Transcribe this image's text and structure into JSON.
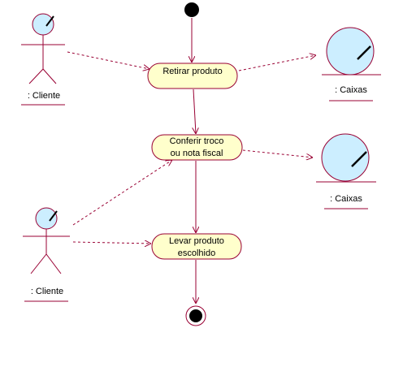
{
  "colors": {
    "line": "#990033",
    "activity_fill": "#ffffcc",
    "object_fill": "#cceeff",
    "background": "#ffffff"
  },
  "actors": [
    {
      "label": ": Cliente",
      "icon": "stick-figure-actor-icon"
    },
    {
      "label": ": Cliente",
      "icon": "stick-figure-actor-icon"
    }
  ],
  "objects": [
    {
      "label": ": Caixas",
      "icon": "entity-object-icon"
    },
    {
      "label": ": Caixas",
      "icon": "entity-object-icon"
    }
  ],
  "activities": [
    {
      "lines": [
        "Retirar produto"
      ]
    },
    {
      "lines": [
        "Conferir troco",
        "ou nota fiscal"
      ]
    },
    {
      "lines": [
        "Levar produto",
        "escolhido"
      ]
    }
  ],
  "nodes": {
    "initial": "initial-state-icon",
    "final": "final-state-icon"
  }
}
